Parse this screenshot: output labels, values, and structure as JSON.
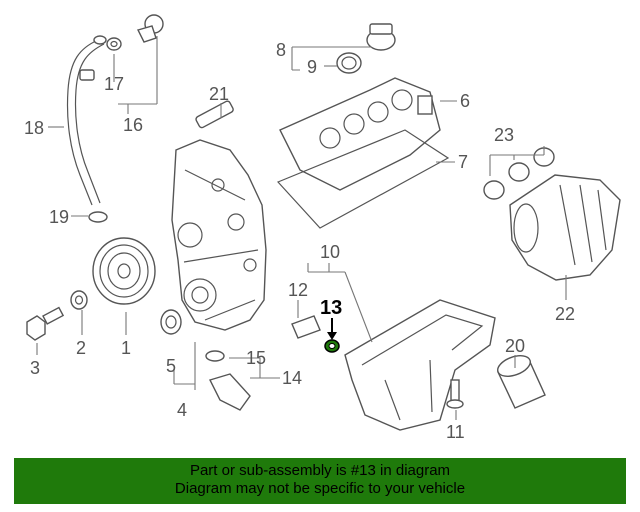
{
  "callouts": [
    "1",
    "2",
    "3",
    "4",
    "5",
    "6",
    "7",
    "8",
    "9",
    "10",
    "11",
    "12",
    "13",
    "14",
    "15",
    "16",
    "17",
    "18",
    "19",
    "20",
    "21",
    "22",
    "23"
  ],
  "highlight_part": "13",
  "highlight_color": "#1f7a0b",
  "banner": {
    "line1": "Part or sub-assembly is #13 in diagram",
    "line2": "Diagram may not be specific to your vehicle"
  }
}
